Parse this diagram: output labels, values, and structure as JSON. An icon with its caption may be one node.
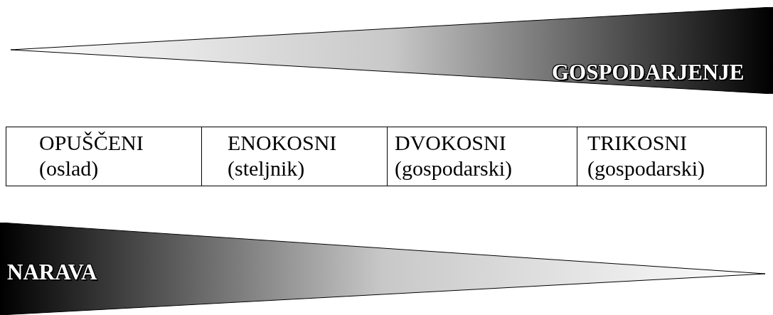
{
  "diagram": {
    "nodes": [
      {
        "text": [
          "GOSPODARJENJE"
        ]
      },
      {
        "text": [
          "OPUŠČENI",
          "(oslad)"
        ]
      },
      {
        "text": [
          "ENOKOSNI",
          "(steljnik)"
        ]
      },
      {
        "text": [
          "DVOKOSNI",
          "(gospodarski)"
        ]
      },
      {
        "text": [
          "TRIKOSNI",
          "(gospodarski)"
        ]
      },
      {
        "text": [
          "NARAVA"
        ]
      }
    ],
    "edges": []
  }
}
